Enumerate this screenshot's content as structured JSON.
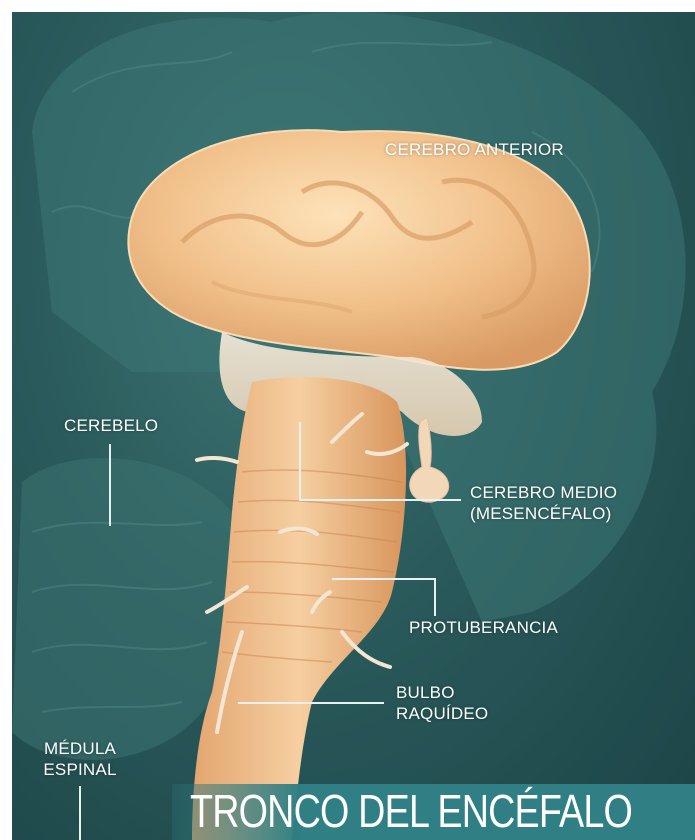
{
  "title": "TRONCO DEL ENCÉFALO",
  "labels": {
    "forebrain": "CEREBRO ANTERIOR",
    "cerebellum": "CEREBELO",
    "midbrain_line1": "CEREBRO MEDIO",
    "midbrain_line2": "(MESENCÉFALO)",
    "pons": "PROTUBERANCIA",
    "medulla_line1": "BULBO",
    "medulla_line2": "RAQUÍDEO",
    "spinal_line1": "MÉDULA",
    "spinal_line2": "ESPINAL"
  },
  "colors": {
    "background": "#2a5a5b",
    "title_bar": "#2f7f84",
    "brain": "#f3c48e",
    "label_text": "#ffffff"
  }
}
